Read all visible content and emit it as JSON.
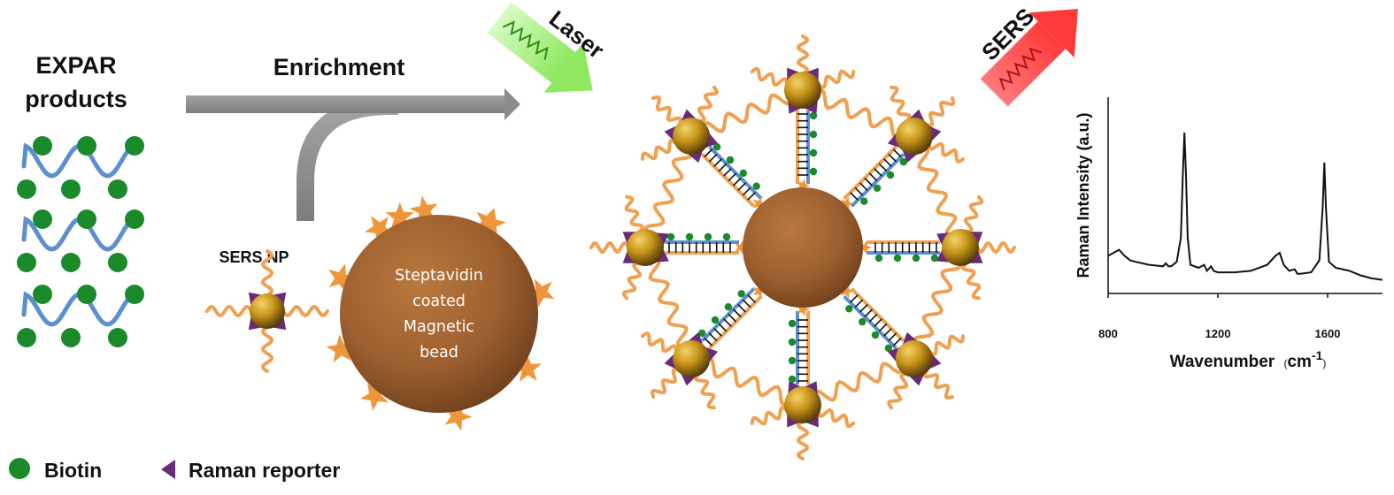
{
  "left": {
    "expar_line1": "EXPAR",
    "expar_line2": "products"
  },
  "arrows": {
    "enrichment": "Enrichment",
    "laser": "Laser",
    "sers": "SERS"
  },
  "components": {
    "sers_np": "SERS NP",
    "bead_line1": "Steptavidin",
    "bead_line2": "coated",
    "bead_line3": "Magnetic",
    "bead_line4": "bead"
  },
  "legend": {
    "biotin": "Biotin",
    "raman_reporter": "Raman reporter"
  },
  "colors": {
    "biotin": "#1a8a2a",
    "dna_strand": "#5b8fd1",
    "linker": "#f0a050",
    "bead": "#9c5f2f",
    "nanoparticle": "#c8961a",
    "raman_reporter": "#6a2a7a",
    "laser_arrow": "#a8f080",
    "sers_arrow": "#ff4d4d",
    "flow_arrow": "#8c8c8c"
  },
  "chart_data": {
    "type": "line",
    "xlabel": "Wavenumber",
    "xlabel_unit": "(cm",
    "xlabel_exp": "-1",
    "xlabel_close": ")",
    "ylabel": "Raman Intensity (a.u.)",
    "xlim": [
      800,
      1800
    ],
    "ylim": [
      0,
      1
    ],
    "xticks": [
      "800",
      "1200",
      "1600"
    ],
    "xtick_values": [
      800,
      1200,
      1600
    ],
    "series": [
      {
        "x": [
          800,
          840,
          860,
          880,
          900,
          950,
          1000,
          1010,
          1020,
          1030,
          1050,
          1065,
          1072,
          1078,
          1084,
          1090,
          1100,
          1130,
          1150,
          1160,
          1175,
          1185,
          1200,
          1260,
          1320,
          1380,
          1410,
          1425,
          1440,
          1460,
          1480,
          1490,
          1500,
          1540,
          1570,
          1582,
          1588,
          1594,
          1605,
          1630,
          1680,
          1720,
          1760,
          1800
        ],
        "y": [
          0.18,
          0.22,
          0.18,
          0.15,
          0.14,
          0.12,
          0.11,
          0.13,
          0.11,
          0.11,
          0.14,
          0.3,
          0.7,
          1.0,
          0.72,
          0.3,
          0.12,
          0.1,
          0.12,
          0.08,
          0.11,
          0.08,
          0.07,
          0.07,
          0.08,
          0.12,
          0.18,
          0.2,
          0.12,
          0.08,
          0.09,
          0.06,
          0.06,
          0.07,
          0.15,
          0.5,
          0.8,
          0.5,
          0.14,
          0.1,
          0.08,
          0.05,
          0.03,
          0.02
        ]
      }
    ]
  }
}
